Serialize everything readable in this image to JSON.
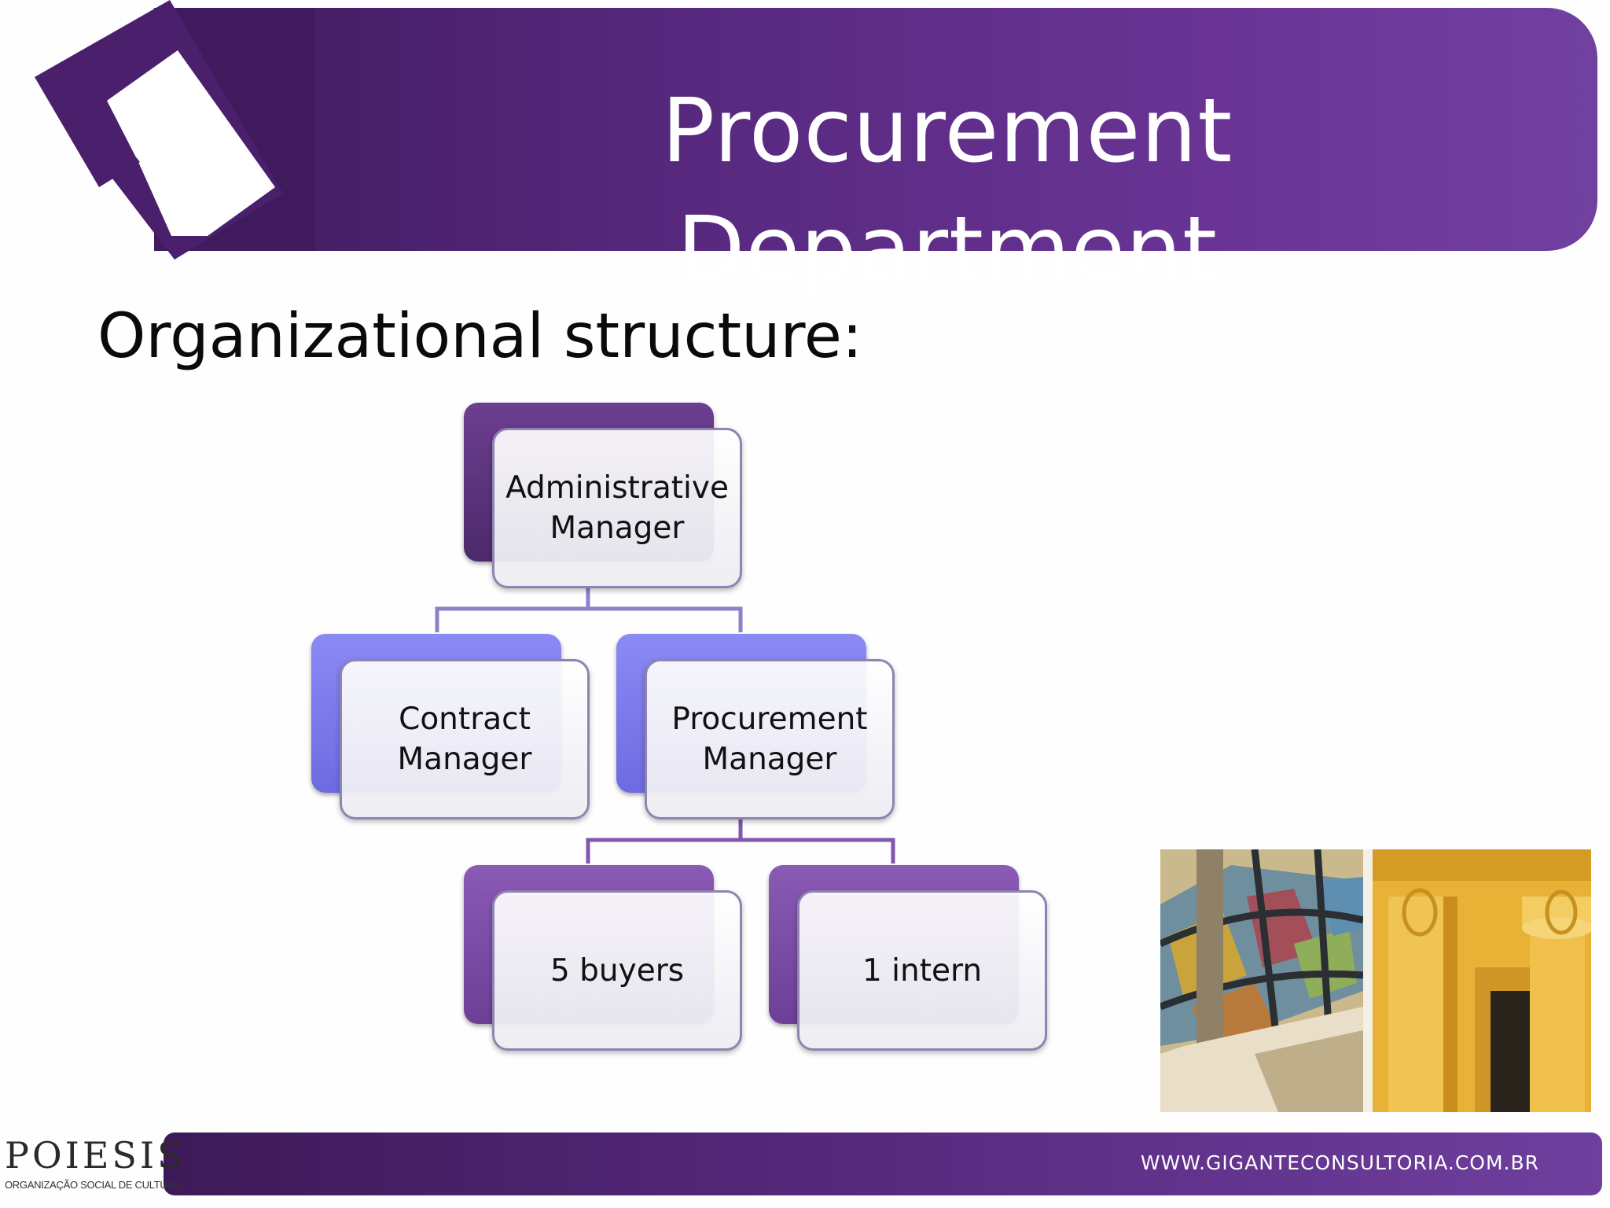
{
  "header": {
    "title": "Procurement Department"
  },
  "subtitle": "Organizational structure:",
  "org_chart": {
    "nodes": [
      {
        "id": "administrative-manager",
        "label": "Administrative\nManager",
        "color": "#4c2a6b"
      },
      {
        "id": "contract-manager",
        "label": "Contract\nManager",
        "color": "#6d6be0",
        "parent": "administrative-manager"
      },
      {
        "id": "procurement-manager",
        "label": "Procurement\nManager",
        "color": "#6d6be0",
        "parent": "administrative-manager"
      },
      {
        "id": "buyers",
        "label": "5 buyers",
        "color": "#6d3f97",
        "parent": "procurement-manager"
      },
      {
        "id": "intern",
        "label": "1 intern",
        "color": "#6d3f97",
        "parent": "procurement-manager"
      }
    ]
  },
  "footer": {
    "url": "WWW.GIGANTECONSULTORIA.COM.BR",
    "logo_text": "POIESIS",
    "logo_subtext": "ORGANIZAÇÃO SOCIAL DE CULTURA"
  },
  "colors": {
    "brand_purple": "#5a2b82",
    "level2_blue": "#7b79ea"
  }
}
